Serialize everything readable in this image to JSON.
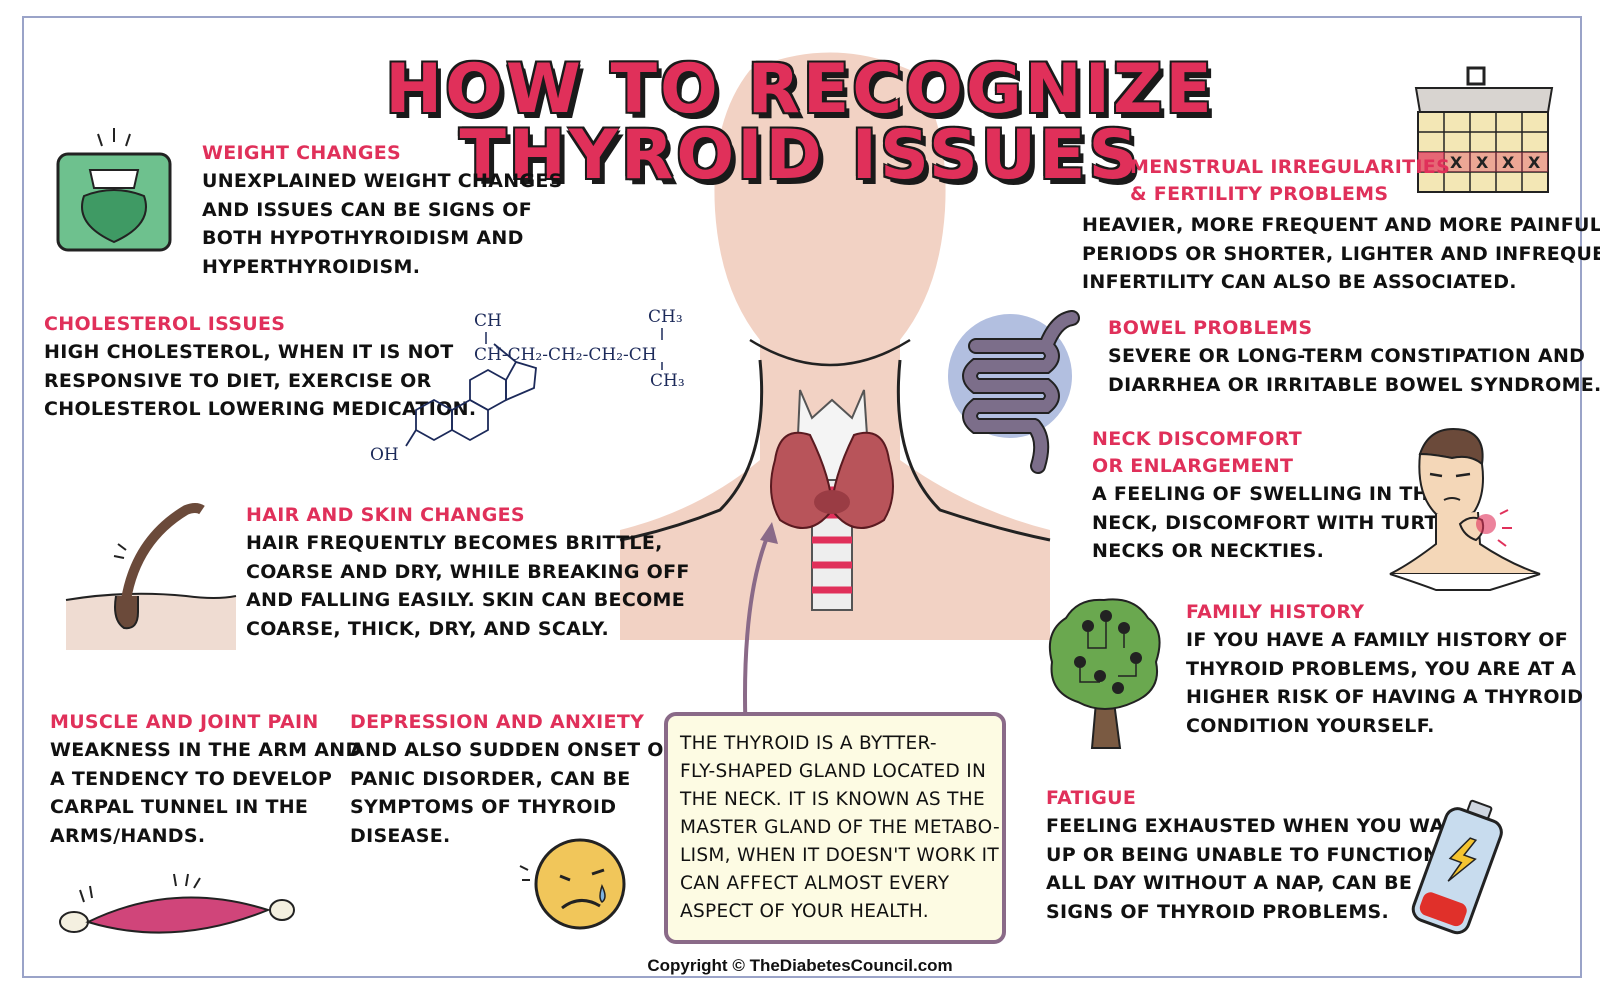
{
  "title": {
    "line1": "HOW TO RECOGNIZE",
    "line2": "THYROID ISSUES"
  },
  "sections": {
    "weight": {
      "heading": "WEIGHT CHANGES",
      "lines": [
        "UNEXPLAINED WEIGHT CHANGES",
        "AND ISSUES CAN BE SIGNS OF",
        "BOTH HYPOTHYROIDISM AND",
        "HYPERTHYROIDISM."
      ]
    },
    "cholesterol": {
      "heading": "CHOLESTEROL ISSUES",
      "lines": [
        "HIGH CHOLESTEROL, WHEN IT IS NOT",
        "RESPONSIVE TO DIET, EXERCISE OR",
        "CHOLESTEROL LOWERING MEDICATION."
      ]
    },
    "hair": {
      "heading": "HAIR AND SKIN CHANGES",
      "lines": [
        "HAIR FREQUENTLY BECOMES BRITTLE,",
        "COARSE AND DRY, WHILE BREAKING OFF",
        "AND FALLING EASILY. SKIN CAN BECOME",
        "COARSE, THICK, DRY, AND SCALY."
      ]
    },
    "muscle": {
      "heading": "MUSCLE AND JOINT PAIN",
      "lines": [
        "WEAKNESS IN THE ARM AND",
        "A TENDENCY TO DEVELOP",
        "CARPAL TUNNEL IN THE",
        "ARMS/HANDS."
      ]
    },
    "depression": {
      "heading": "DEPRESSION AND ANXIETY",
      "lines": [
        "AND ALSO SUDDEN ONSET OF",
        "PANIC DISORDER, CAN BE",
        "SYMPTOMS OF THYROID",
        "DISEASE."
      ]
    },
    "menstrual": {
      "heading1": "MENSTRUAL IRREGULARITIES",
      "heading2": "& FERTILITY PROBLEMS",
      "lines": [
        "HEAVIER, MORE FREQUENT AND MORE PAINFUL",
        "PERIODS OR SHORTER, LIGHTER AND INFREQUENT",
        "INFERTILITY CAN ALSO BE ASSOCIATED."
      ]
    },
    "bowel": {
      "heading": "BOWEL PROBLEMS",
      "lines": [
        "SEVERE OR LONG-TERM CONSTIPATION AND",
        "DIARRHEA OR IRRITABLE BOWEL SYNDROME."
      ]
    },
    "neck": {
      "heading1": "NECK DISCOMFORT",
      "heading2": "OR ENLARGEMENT",
      "lines": [
        "A FEELING OF SWELLING IN THE",
        "NECK, DISCOMFORT WITH TURTLE",
        "NECKS OR NECKTIES."
      ]
    },
    "family": {
      "heading": "FAMILY HISTORY",
      "lines": [
        "IF YOU HAVE A FAMILY HISTORY OF",
        "THYROID PROBLEMS, YOU ARE AT A",
        "HIGHER RISK OF HAVING A THYROID",
        "CONDITION YOURSELF."
      ]
    },
    "fatigue": {
      "heading": "FATIGUE",
      "lines": [
        "FEELING EXHAUSTED WHEN YOU WAKE",
        "UP OR BEING UNABLE TO FUNCTION",
        "ALL DAY WITHOUT A NAP, CAN BE",
        "SIGNS OF THYROID PROBLEMS."
      ]
    }
  },
  "note": {
    "lines": [
      "THE THYROID IS A BYTTER-",
      "FLY-SHAPED GLAND LOCATED IN",
      "THE NECK. IT IS KNOWN AS THE",
      "MASTER GLAND OF THE METABO-",
      "LISM, WHEN IT DOESN'T WORK IT",
      "CAN AFFECT ALMOST EVERY",
      "ASPECT OF YOUR HEALTH."
    ]
  },
  "formula": {
    "ch": "CH",
    "chain": "CH-CH₂-CH₂-CH₂-CH",
    "ch3_top": "CH₃",
    "ch3_bottom": "CH₃",
    "oh": "OH"
  },
  "calendar_marks": [
    "X",
    "X",
    "X",
    "X"
  ],
  "copyright": "Copyright © TheDiabetesCouncil.com",
  "colors": {
    "accent": "#e0305a",
    "skin": "#f2d2c4",
    "frame": "#9aa3c8",
    "note_bg": "#fdfbe3",
    "note_border": "#8a6a88"
  },
  "icons": [
    "scale-icon",
    "cholesterol-molecule-icon",
    "hair-follicle-icon",
    "muscle-icon",
    "sad-face-icon",
    "calendar-icon",
    "intestine-icon",
    "neck-pain-man-icon",
    "family-tree-icon",
    "low-battery-icon",
    "thyroid-neck-illustration"
  ]
}
